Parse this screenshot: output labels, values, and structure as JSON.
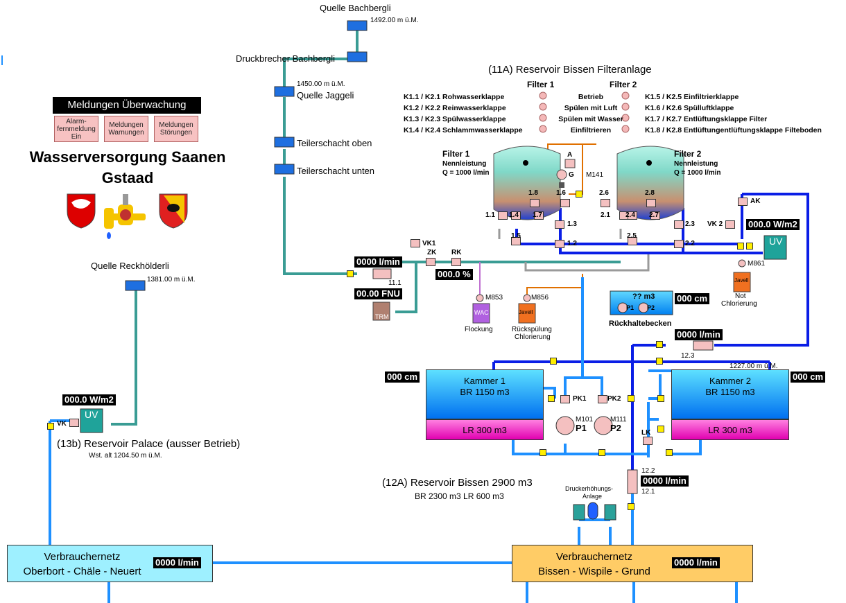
{
  "title": {
    "line1": "Wasserversorgung Saanen",
    "line2": "Gstaad"
  },
  "alarms": {
    "header": "Meldungen Überwachung",
    "buttons": [
      {
        "line1": "Alarm-",
        "line2": "fernmeldung",
        "line3": "Ein"
      },
      {
        "line1": "Meldungen",
        "line2": "Warnungen",
        "line3": ""
      },
      {
        "line1": "Meldungen",
        "line2": "Störungen",
        "line3": ""
      }
    ]
  },
  "sources": {
    "bachbergli": {
      "name": "Quelle Bachbergli",
      "alt": "1492.00 m ü.M."
    },
    "druckbrecher": {
      "name": "Druckbrecher Bachbergli"
    },
    "jaggeli": {
      "name": "Quelle Jaggeli",
      "alt": "1450.00 m ü.M."
    },
    "teiler_oben": {
      "name": "Teilerschacht oben"
    },
    "teiler_unten": {
      "name": "Teilerschacht unten"
    },
    "reckhoelderli": {
      "name": "Quelle Reckhölderli",
      "alt": "1381.00 m ü.M."
    }
  },
  "filter_plant": {
    "title": "(11A) Reservoir Bissen Filteranlage",
    "col_filter1": "Filter 1",
    "col_filter2": "Filter 2",
    "left_legend": [
      {
        "code": "K1.1 / K2.1",
        "name": "Rohwasserklappe"
      },
      {
        "code": "K1.2 / K2.2",
        "name": "Reinwasserklappe"
      },
      {
        "code": "K1.3 / K2.3",
        "name": "Spülwasserklappe"
      },
      {
        "code": "K1.4 / K2.4",
        "name": "Schlammwasserklappe"
      }
    ],
    "states": [
      "Betrieb",
      "Spülen mit Luft",
      "Spülen mit Wasser",
      "Einfiltrieren"
    ],
    "right_legend": [
      {
        "code": "K1.5 / K2.5",
        "name": "Einfiltrierklappe"
      },
      {
        "code": "K1.6 / K2.6",
        "name": "Spülluftklappe"
      },
      {
        "code": "K1.7 / K2.7",
        "name": "Entlüftungsklappe Filter"
      },
      {
        "code": "K1.8 / K2.8",
        "name": "Entlüftungentlüftungsklappe Filteboden"
      }
    ],
    "filter1": {
      "name": "Filter 1",
      "sub": "Nennleistung",
      "q": "Q = 1000 l/min"
    },
    "filter2": {
      "name": "Filter 2",
      "sub": "Nennleistung",
      "q": "Q = 1000 l/min"
    },
    "valves1": [
      "1.1",
      "1.4",
      "1.7",
      "1.8",
      "1.3",
      "1.5",
      "1.2",
      "1.6"
    ],
    "valves2": [
      "2.1",
      "2.4",
      "2.7",
      "2.8",
      "2.3",
      "2.5",
      "2.2",
      "2.6"
    ],
    "blower": {
      "a": "A",
      "g": "G",
      "m": "M141"
    }
  },
  "inlet": {
    "flow": "0000 l/min",
    "flow_meter": "11.1",
    "turbidity": "00.00 FNU",
    "trm": "TRM",
    "percent": "000.0 %",
    "vk1": "VK1",
    "zk": "ZK",
    "rk": "RK",
    "flockung": {
      "m": "M853",
      "unit": "WAC",
      "label": "Flockung"
    },
    "chlor": {
      "m": "M856",
      "unit": "Javell",
      "label1": "Rückspülung",
      "label2": "Chlorierung"
    }
  },
  "retention": {
    "level": "?? m3",
    "p1": "P1",
    "p2": "P2",
    "label": "Rückhaltebecken",
    "cm": "000 cm"
  },
  "uv_right": {
    "value": "000.0 W/m2",
    "ak": "AK",
    "vk2": "VK 2",
    "uv": "UV",
    "m": "M861",
    "javell": "Javell",
    "label1": "Not",
    "label2": "Chlorierung"
  },
  "backwash_flow": {
    "value": "0000 l/min",
    "meter": "12.3"
  },
  "reservoir": {
    "title": "(12A) Reservoir Bissen 2900 m3",
    "sub": "BR 2300 m3 LR 600 m3",
    "alt": "1227.00 m ü.M.",
    "k1": {
      "name": "Kammer 1",
      "br": "BR 1150 m3",
      "lr": "LR 300 m3",
      "level": "000 cm"
    },
    "k2": {
      "name": "Kammer 2",
      "br": "BR 1150 m3",
      "lr": "LR 300 m3",
      "level": "000 cm"
    },
    "pk1": "PK1",
    "pk2": "PK2",
    "p1": "P1",
    "p2": "P2",
    "m101": "M101",
    "m111": "M111",
    "lk": "LK",
    "flow": "0000 l/min",
    "meter_top": "12.2",
    "meter_bot": "12.1",
    "booster1": "Druckerhöhungs-",
    "booster2": "Anlage"
  },
  "palace": {
    "title": "(13b) Reservoir Palace (ausser Betrieb)",
    "alt": "Wst. alt 1204.50 m ü.M.",
    "uv_value": "000.0 W/m2",
    "uv": "UV",
    "vk": "VK"
  },
  "consumers": [
    {
      "line1": "Verbrauchernetz",
      "line2": "Oberbort - Chäle - Neuert",
      "flow": "0000 l/min"
    },
    {
      "line1": "Verbrauchernetz",
      "line2": "Bissen - Wispile - Grund",
      "flow": "0000 l/min"
    }
  ],
  "colors": {
    "pipe_green": "#3a9c94",
    "pipe_blue": "#1e90ff",
    "pipe_dark": "#0a1ee6",
    "consumer_left": "#9ef0ff",
    "consumer_right": "#ffcc66",
    "tank_top": "#00b0f0",
    "tank_bottom": "#ff30cc"
  }
}
